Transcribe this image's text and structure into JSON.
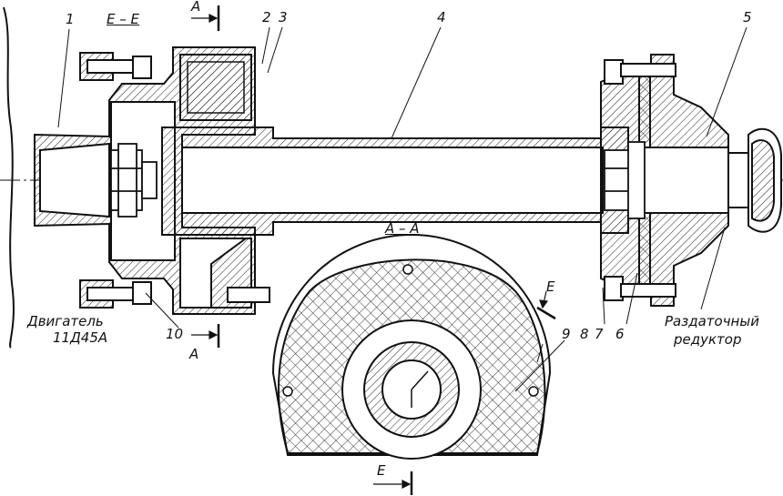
{
  "labels": {
    "section_ee": "E – E",
    "section_aa": "A – A",
    "cut_a_top": "A",
    "cut_a_bottom": "A",
    "cut_e_right": "E",
    "cut_e_bottom": "E",
    "n1": "1",
    "n2": "2",
    "n3": "3",
    "n4": "4",
    "n5": "5",
    "n6": "6",
    "n7": "7",
    "n8": "8",
    "n9": "9",
    "n10": "10",
    "engine_line1": "Двигатель",
    "engine_line2": "11Д45А",
    "gearbox_line1": "Раздаточный",
    "gearbox_line2": "редуктор"
  },
  "colors": {
    "line": "#111111",
    "hatch": "#222222",
    "background": "#ffffff"
  }
}
